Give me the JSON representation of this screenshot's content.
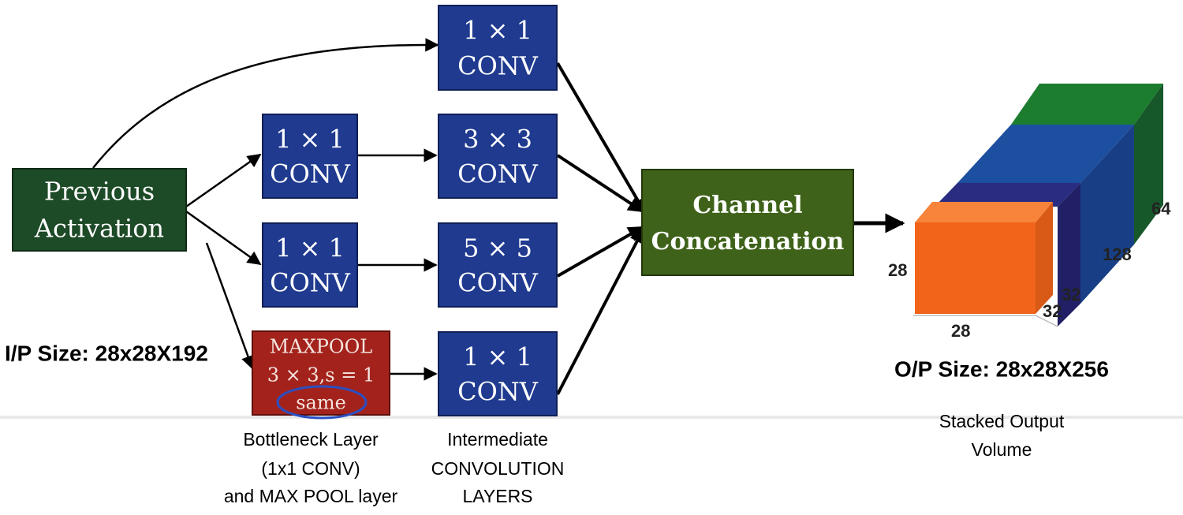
{
  "diagram": {
    "input": {
      "line1": "Previous",
      "line2": "Activation"
    },
    "branch_1x1": {
      "line1": "1 × 1",
      "line2": "CONV"
    },
    "bottleneck_a": {
      "line1": "1 × 1",
      "line2": "CONV"
    },
    "bottleneck_b": {
      "line1": "1 × 1",
      "line2": "CONV"
    },
    "maxpool": {
      "line1": "MAXPOOL",
      "line2": "3 × 3,s = 1",
      "line3": "same"
    },
    "conv3x3": {
      "line1": "3 × 3",
      "line2": "CONV"
    },
    "conv5x5": {
      "line1": "5 × 5",
      "line2": "CONV"
    },
    "pool_proj": {
      "line1": "1 × 1",
      "line2": "CONV"
    },
    "concat": {
      "line1": "Channel",
      "line2": "Concatenation"
    },
    "input_size": "I/P Size: 28x28X192",
    "output_size": "O/P Size: 28x28X256",
    "captions": {
      "bottleneck": [
        "Bottleneck Layer",
        "(1x1 CONV)",
        "and MAX POOL layer"
      ],
      "intermediate": [
        "Intermediate",
        "CONVOLUTION",
        "LAYERS"
      ],
      "stacked": [
        "Stacked Output",
        "Volume"
      ]
    },
    "volume": {
      "height": "28",
      "width": "28",
      "depths": [
        "32",
        "32",
        "128",
        "64"
      ]
    },
    "colors": {
      "conv_blue": "#1f3a8f",
      "dark_green": "#1d4a27",
      "concat_green": "#3e6219",
      "maxpool_red": "#a3231c",
      "orange": "#f26419",
      "navy": "#2a2c82",
      "blue": "#1d4fa0",
      "green": "#1c7d2f"
    }
  }
}
